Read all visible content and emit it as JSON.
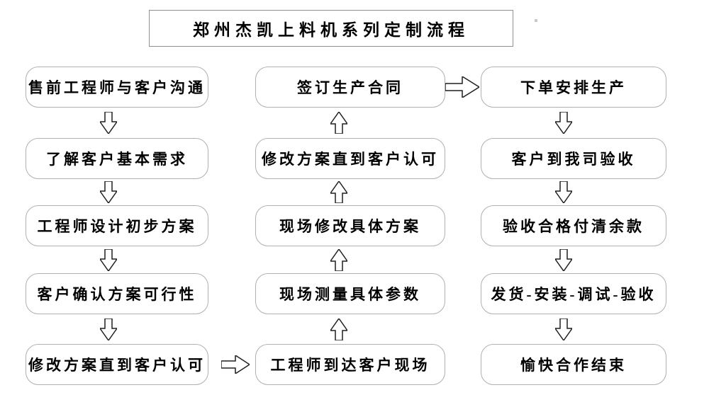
{
  "title": "郑州杰凯上料机系列定制流程",
  "flow": {
    "left": {
      "direction": "down",
      "steps": [
        "售前工程师与客户沟通",
        "了解客户基本需求",
        "工程师设计初步方案",
        "客户确认方案可行性",
        "修改方案直到客户认可"
      ]
    },
    "middle": {
      "direction": "up",
      "steps_top_to_bottom": [
        "签订生产合同",
        "修改方案直到客户认可",
        "现场修改具体方案",
        "现场测量具体参数",
        "工程师到达客户现场"
      ]
    },
    "right": {
      "direction": "down",
      "steps": [
        "下单安排生产",
        "客户到我司验收",
        "验收合格付清余款",
        "发货-安装-调试-验收",
        "愉快合作结束"
      ]
    },
    "cross_links": [
      {
        "from": "left-column-bottom",
        "to": "middle-column-bottom",
        "direction": "right"
      },
      {
        "from": "middle-column-top",
        "to": "right-column-top",
        "direction": "right"
      }
    ]
  },
  "colors": {
    "background": "#ffffff",
    "box_border": "#b0b0b0",
    "title_border": "#909090",
    "arrow_outline": "#1f1f1f",
    "text": "#000000"
  }
}
